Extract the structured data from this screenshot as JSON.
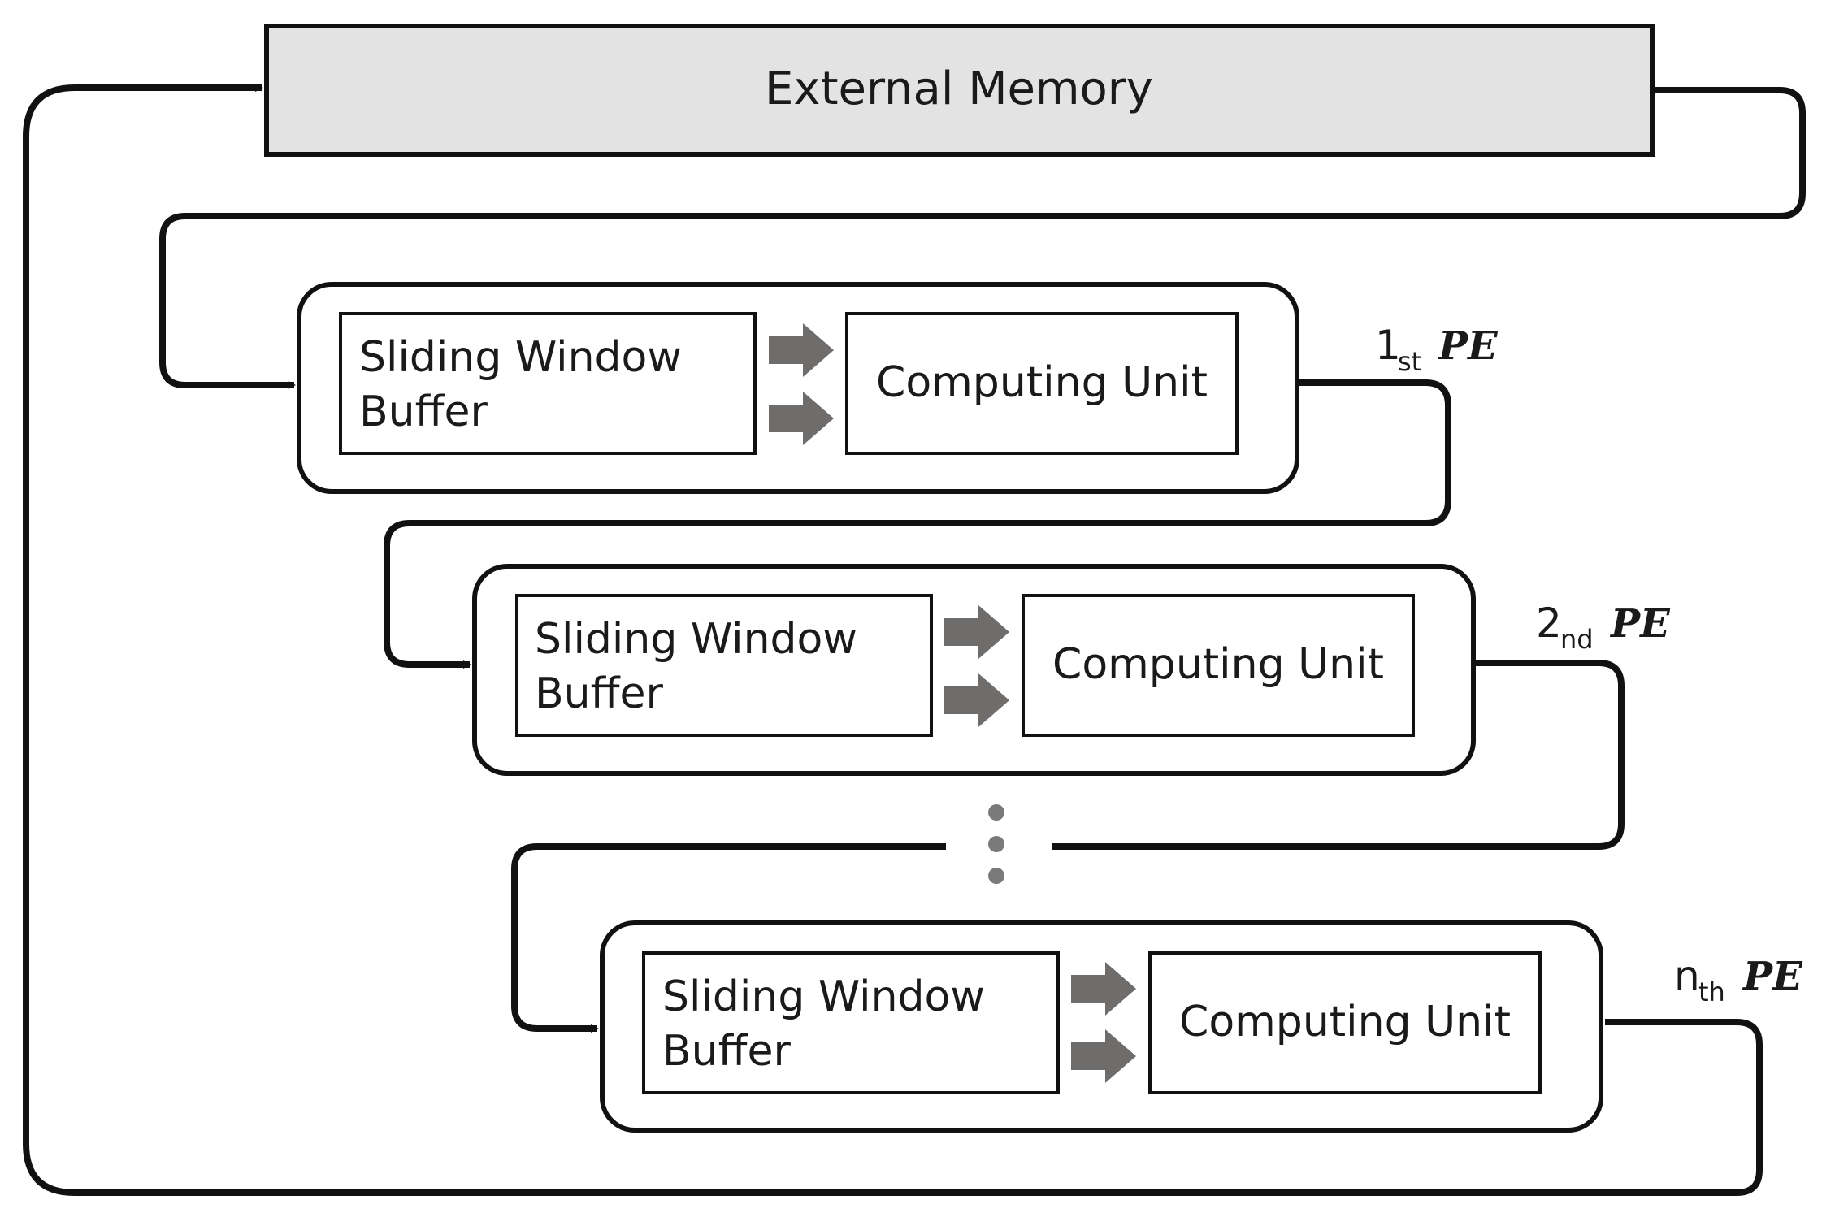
{
  "external_memory": {
    "label": "External Memory"
  },
  "pe_blocks": [
    {
      "buffer_line1": "Sliding Window",
      "buffer_line2": "Buffer",
      "unit_label": "Computing Unit",
      "tag_number": "1",
      "tag_suffix": "st",
      "tag_name": "PE"
    },
    {
      "buffer_line1": "Sliding Window",
      "buffer_line2": "Buffer",
      "unit_label": "Computing Unit",
      "tag_number": "2",
      "tag_suffix": "nd",
      "tag_name": "PE"
    },
    {
      "buffer_line1": "Sliding Window",
      "buffer_line2": "Buffer",
      "unit_label": "Computing Unit",
      "tag_number": "n",
      "tag_suffix": "th",
      "tag_name": "PE"
    }
  ],
  "colors": {
    "line": "#111111",
    "memory_fill": "#e3e3e3",
    "arrow_fill": "#6f6c6c",
    "dots": "#7a7a7a"
  }
}
